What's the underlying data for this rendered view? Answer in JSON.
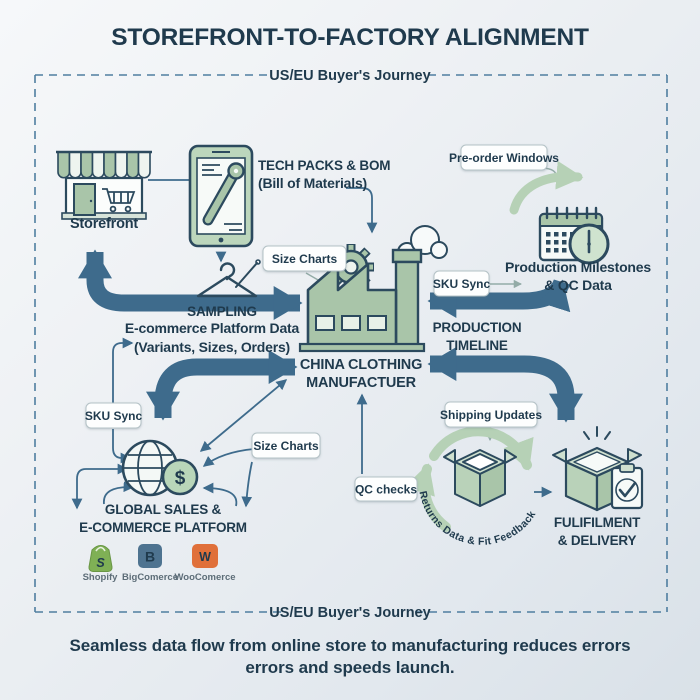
{
  "title": "STOREFRONT-TO-FACTORY ALIGNMENT",
  "journey": {
    "top": "US/EU Buyer's Journey",
    "bottom": "US/EU Buyer's Journey"
  },
  "caption": {
    "line1": "Seamless data flow from online store to manufacturing reduces errors",
    "line2": "errors and speeds launch."
  },
  "nodes": {
    "storefront": "Storefront",
    "tech_packs_line1": "TECH PACKS & BOM",
    "tech_packs_line2": "(Bill of Materials)",
    "sampling": "SAMPLING",
    "manufacturer_line1": "CHINA CLOTHING",
    "manufacturer_line2": "MANUFACTUER",
    "milestones_line1": "Production Milestones",
    "milestones_line2": "& QC Data",
    "production_timeline_line1": "PRODUCTION",
    "production_timeline_line2": "TIMELINE",
    "ecommerce_data_line1": "E-commerce Platform Data",
    "ecommerce_data_line2": "(Variants, Sizes, Orders)",
    "global_sales_line1": "GLOBAL SALES &",
    "global_sales_line2": "E-COMMERCE PLATFORM",
    "fulfillment_line1": "FULIFILMENT",
    "fulfillment_line2": "& DELIVERY"
  },
  "tags": {
    "preorder": "Pre-order Windows",
    "sku_sync_right": "SKU Sync",
    "sku_sync_left": "SKU Sync",
    "size_charts_top": "Size Charts",
    "size_charts_bottom": "Size Charts",
    "shipping_updates": "Shipping Updates",
    "qc_checks": "QC checks",
    "returns_loop": "Returns Data & Fit Feedback"
  },
  "platforms": [
    {
      "name": "Shopify",
      "letter": "S",
      "color": "#7fb055"
    },
    {
      "name": "BigComerce",
      "letter": "B",
      "color": "#4e7390"
    },
    {
      "name": "WooComerce",
      "letter": "W",
      "color": "#e0703a"
    }
  ],
  "icons": {
    "dollar_glyph": "$"
  },
  "colors": {
    "ink": "#1f3a4d",
    "arrow_blue": "#3e6b8c",
    "dash_border": "#4f7ea0",
    "icon_green": "#a9c5a9",
    "icon_green_light": "#cfe3cf",
    "icon_outline": "#2c4a5e",
    "soft_green_arrow": "#b6d1b6",
    "shopify_green": "#7fb055",
    "bigcommerce_blue": "#4e7390",
    "woocommerce_orange": "#e0703a"
  }
}
